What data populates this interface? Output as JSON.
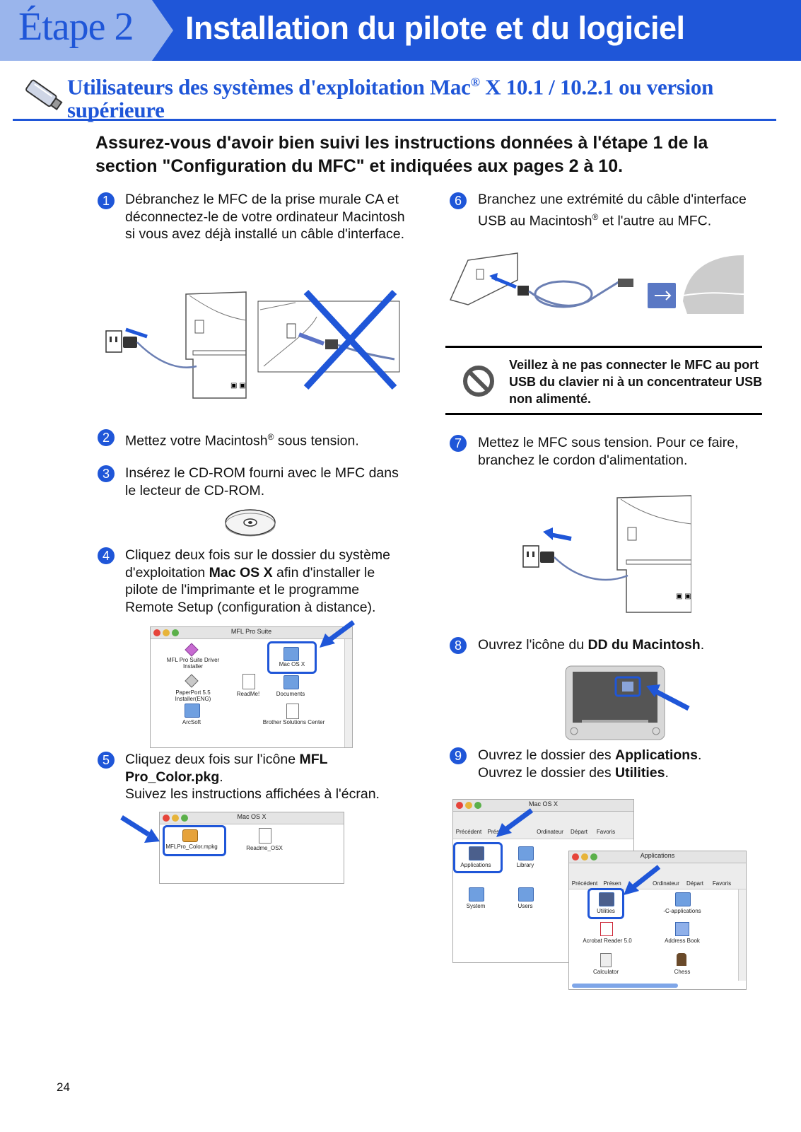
{
  "header": {
    "etape": "Étape 2",
    "title": "Installation du pilote et du logiciel"
  },
  "subtitle": {
    "line1_a": "Utilisateurs des systèmes d'exploitation Mac",
    "reg": "®",
    "line1_b": " X 10.1 / 10.2.1 ou version",
    "line2": "supérieure"
  },
  "intro": "Assurez-vous d'avoir bien suivi les instructions données à l'étape 1 de la section \"Configuration du MFC\" et indiquées aux pages 2 à 10.",
  "steps": [
    {
      "num": "1",
      "text": "Débranchez le MFC de la prise murale CA et déconnectez-le de votre ordinateur Macintosh si vous avez déjà installé un câble d'interface."
    },
    {
      "num": "2",
      "text_a": "Mettez votre Macintosh",
      "reg": "®",
      "text_b": " sous tension."
    },
    {
      "num": "3",
      "text": "Insérez le CD-ROM fourni avec le MFC dans le lecteur de CD-ROM."
    },
    {
      "num": "4",
      "text_a": "Cliquez deux fois sur le dossier du système d'exploitation ",
      "bold": "Mac OS X",
      "text_b": " afin d'installer le pilote de l'imprimante et le programme Remote Setup (configuration à distance)."
    },
    {
      "num": "5",
      "text_a": "Cliquez deux fois sur l'icône ",
      "bold": "MFL Pro_Color.pkg",
      "text_b": ".",
      "text_c": "Suivez les instructions affichées à l'écran."
    },
    {
      "num": "6",
      "text_a": "Branchez une extrémité du câble d'interface USB au Macintosh",
      "reg": "®",
      "text_b": " et l'autre au MFC."
    },
    {
      "num": "7",
      "text": "Mettez le MFC sous tension. Pour ce faire, branchez le cordon d'alimentation."
    },
    {
      "num": "8",
      "text_a": "Ouvrez l'icône du ",
      "bold": "DD du Macintosh",
      "text_b": "."
    },
    {
      "num": "9",
      "text_a": "Ouvrez le dossier des ",
      "bold": "Applications",
      "text_b": ".",
      "text_c": "Ouvrez le dossier des ",
      "bold2": "Utilities",
      "text_d": "."
    }
  ],
  "warning": "Veillez à ne pas connecter le MFC au port USB du clavier ni à un concentrateur USB non alimenté.",
  "win_mfl": {
    "title": "MFL Pro Suite",
    "items": [
      "MFL Pro Suite Driver Installer",
      "Mac OS X",
      "PaperPort 5.5 Installer(ENG)",
      "ReadMe!",
      "Documents",
      "ArcSoft",
      "Brother Solutions Center"
    ]
  },
  "win_osx": {
    "title": "Mac OS X",
    "items": [
      "MFLPro_Color.mpkg",
      "Readme_OSX"
    ]
  },
  "win_hd": {
    "title": "Mac OS X",
    "toolbar": [
      "Précédent",
      "Prése",
      "Ordinateur",
      "Départ",
      "Favoris"
    ],
    "items": [
      "Applications",
      "Library",
      "System",
      "Users"
    ]
  },
  "win_apps": {
    "title": "Applications",
    "toolbar": [
      "Précédent",
      "Présen",
      "Ordinateur",
      "Départ",
      "Favoris"
    ],
    "items": [
      "Utilities",
      "-C-applications",
      "Acrobat Reader 5.0",
      "Address Book",
      "Calculator",
      "Chess"
    ]
  },
  "page_number": "24",
  "colors": {
    "brand": "#1f56d8",
    "band_light": "#9ab5ec"
  }
}
